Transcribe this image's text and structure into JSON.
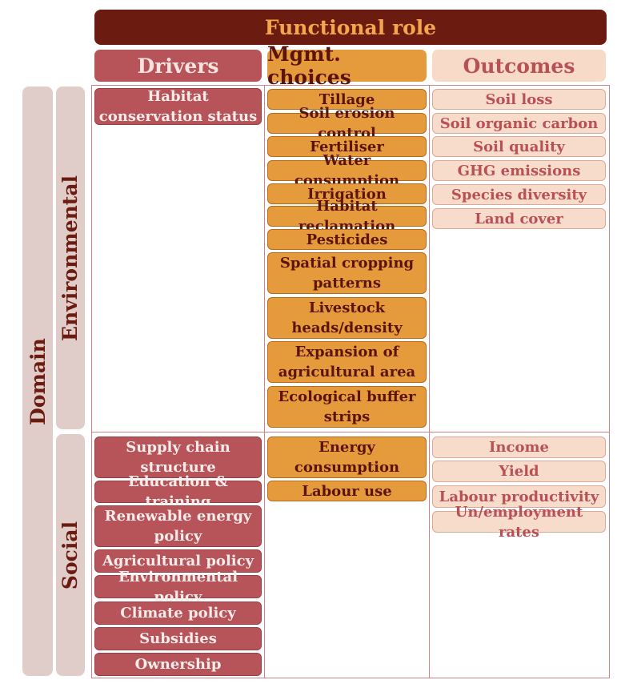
{
  "header": {
    "title": "Functional role"
  },
  "columns": {
    "drivers": "Drivers",
    "mgmt": "Mgmt. choices",
    "outcomes": "Outcomes"
  },
  "rows": {
    "domain": "Domain",
    "environmental": "Environmental",
    "social": "Social"
  },
  "environmental": {
    "drivers": [
      "Habitat conservation status"
    ],
    "mgmt": [
      "Tillage",
      "Soil erosion control",
      "Fertiliser",
      "Water consumption",
      "Irrigation",
      "Habitat reclamation",
      "Pesticides",
      "Spatial cropping patterns",
      "Livestock heads/density",
      "Expansion of agricultural area",
      "Ecological buffer strips"
    ],
    "outcomes": [
      "Soil loss",
      "Soil organic carbon",
      "Soil quality",
      "GHG emissions",
      "Species diversity",
      "Land cover"
    ]
  },
  "social": {
    "drivers": [
      "Supply chain structure",
      "Education & training",
      "Renewable energy policy",
      "Agricultural policy",
      "Environmental policy",
      "Climate policy",
      "Subsidies",
      "Ownership"
    ],
    "mgmt": [
      "Energy consumption",
      "Labour use"
    ],
    "outcomes": [
      "Income",
      "Yield",
      "Labour productivity",
      "Un/employment rates"
    ]
  }
}
